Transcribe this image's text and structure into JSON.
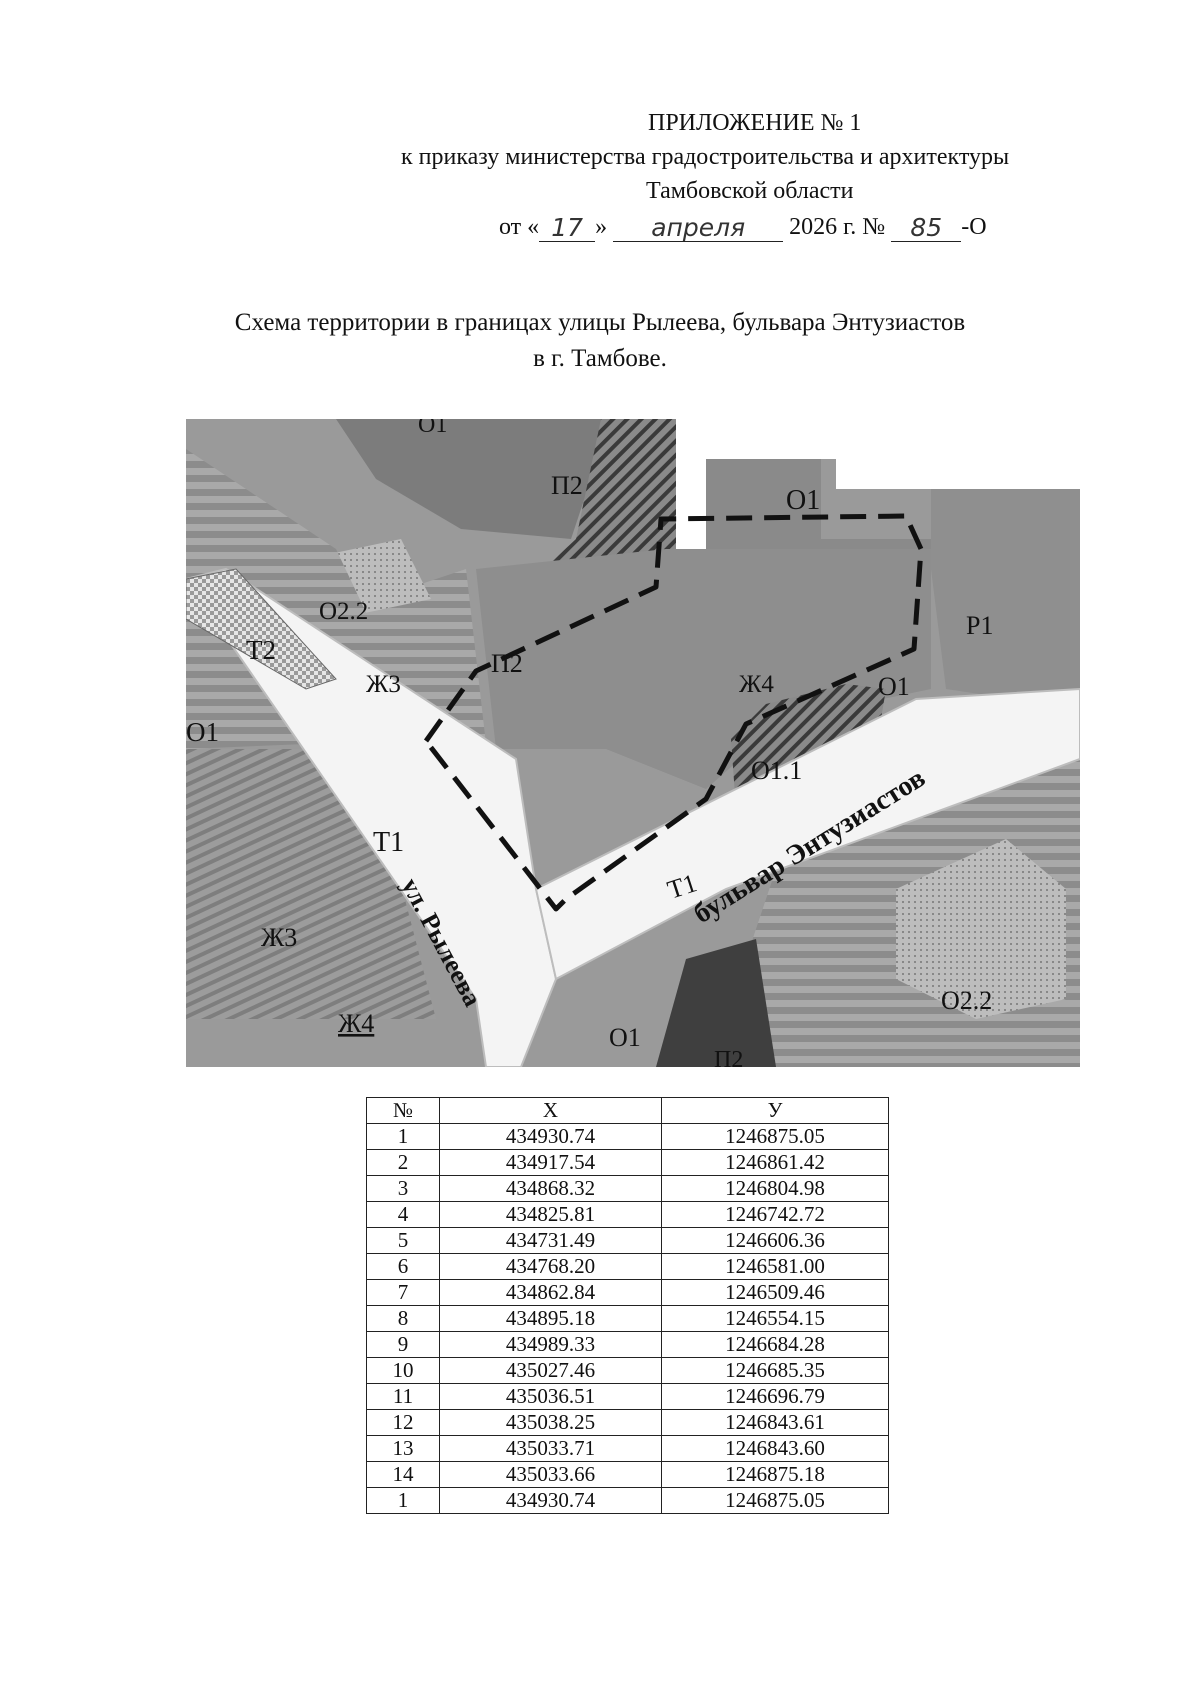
{
  "header": {
    "appendix": "ПРИЛОЖЕНИЕ № 1",
    "line2": "к приказу министерства градостроительства и архитектуры",
    "line3": "Тамбовской области",
    "date_prefix": "от «",
    "day": "17",
    "date_mid": "»",
    "month": "апреля",
    "year_text": "2026 г. №",
    "order_number": "85",
    "order_suffix": "-О"
  },
  "title": {
    "line1": "Схема территории в границах улицы Рылеева, бульвара Энтузиастов",
    "line2": "в г. Тамбове."
  },
  "map": {
    "zones": {
      "o1_top": "О1",
      "p2_top": "П2",
      "o1_topright": "О1",
      "p1": "Р1",
      "o22_left": "О2.2",
      "t2": "Т2",
      "p2_mid": "П2",
      "zh3_mid": "Ж3",
      "zh4": "Ж4",
      "o1_right": "О1",
      "o1_left": "О1",
      "o11": "О1.1",
      "t1_left": "Т1",
      "t1_right": "Т1",
      "zh3_bottom": "Ж3",
      "zh4_bottom": "Ж4",
      "o1_bottom": "О1",
      "p2_bottom": "П2",
      "o22_right": "О2.2"
    },
    "streets": {
      "ryleeva": "ул. Рылеева",
      "boulevard": "бульвар Энтузиастов"
    }
  },
  "table": {
    "headers": [
      "№",
      "X",
      "У"
    ],
    "rows": [
      [
        "1",
        "434930.74",
        "1246875.05"
      ],
      [
        "2",
        "434917.54",
        "1246861.42"
      ],
      [
        "3",
        "434868.32",
        "1246804.98"
      ],
      [
        "4",
        "434825.81",
        "1246742.72"
      ],
      [
        "5",
        "434731.49",
        "1246606.36"
      ],
      [
        "6",
        "434768.20",
        "1246581.00"
      ],
      [
        "7",
        "434862.84",
        "1246509.46"
      ],
      [
        "8",
        "434895.18",
        "1246554.15"
      ],
      [
        "9",
        "434989.33",
        "1246684.28"
      ],
      [
        "10",
        "435027.46",
        "1246685.35"
      ],
      [
        "11",
        "435036.51",
        "1246696.79"
      ],
      [
        "12",
        "435038.25",
        "1246843.61"
      ],
      [
        "13",
        "435033.71",
        "1246843.60"
      ],
      [
        "14",
        "435033.66",
        "1246875.18"
      ],
      [
        "1",
        "434930.74",
        "1246875.05"
      ]
    ]
  }
}
